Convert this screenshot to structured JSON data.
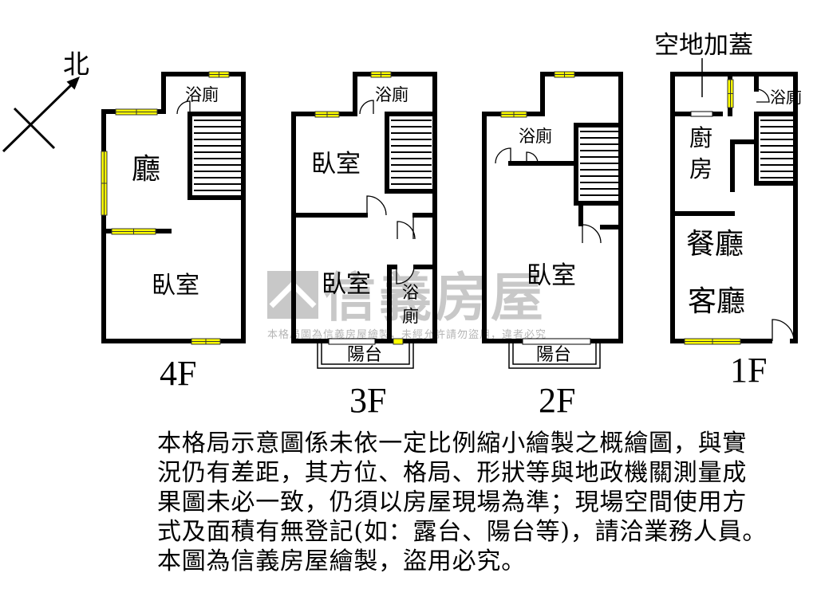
{
  "north": {
    "label": "北",
    "icon": "north-arrow-icon"
  },
  "floors": {
    "f4": {
      "name": "4F",
      "bath": "浴廁",
      "hall": "廳",
      "bedroom": "臥室"
    },
    "f3": {
      "name": "3F",
      "bath": "浴廁",
      "bedroom_upper": "臥室",
      "bedroom_lower": "臥室",
      "small_bath_1": "浴",
      "small_bath_2": "廁",
      "balcony": "陽台"
    },
    "f2": {
      "name": "2F",
      "bath": "浴廁",
      "bedroom": "臥室",
      "balcony": "陽台"
    },
    "f1": {
      "name": "1F",
      "annotation": "空地加蓋",
      "kitchen_1": "廚",
      "kitchen_2": "房",
      "bath": "浴廁",
      "dining": "餐廳",
      "living": "客廳"
    }
  },
  "watermark": {
    "brand": "信義房屋",
    "notice": "本格局圖為信義房屋繪製，未經允許請勿盜用，違者必究",
    "logo": "house-logo-icon"
  },
  "disclaimer": {
    "lines": [
      "本格局示意圖係未依一定比例縮小繪製之概繪圖，與實",
      "況仍有差距，其方位、格局、形狀等與地政機關測量成",
      "果圖未必一致，仍須以房屋現場為準；現場空間使用方",
      "式及面積有無登記(如：露台、陽台等)，請洽業務人員。",
      "本圖為信義房屋繪製，盜用必究。"
    ]
  },
  "colors": {
    "wall": "#000000",
    "window": "#ffff00",
    "watermark": "#c8c8c8"
  }
}
